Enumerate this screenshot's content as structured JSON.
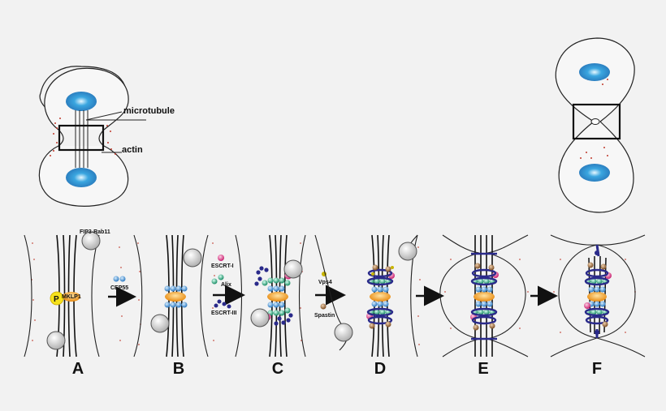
{
  "labels": {
    "microtubule": "microtubule",
    "actin": "actin",
    "fip3": "FIP3-Rab11",
    "mklp1": "MKLP1",
    "p": "P",
    "cep55": "CEP55",
    "escrt1": "ESCRT-I",
    "alix": "Alix",
    "escrt3": "ESCRT-III",
    "vps4": "Vps4",
    "spastin": "Spastin"
  },
  "panels": [
    "A",
    "B",
    "C",
    "D",
    "E",
    "F"
  ],
  "colors": {
    "background": "#f2f2f2",
    "nucleus": "#3aa6e0",
    "actin": "#c0392b",
    "line": "#222222",
    "cep55": "#3d8fd0",
    "mklp1": "#f5a623",
    "escrt1": "#e0408a",
    "alix": "#26a07a",
    "escrt3": "#2a2a8a",
    "vps4": "#c8b400",
    "spastin": "#8b5a2b",
    "vesicle": "#c8c8c8"
  }
}
